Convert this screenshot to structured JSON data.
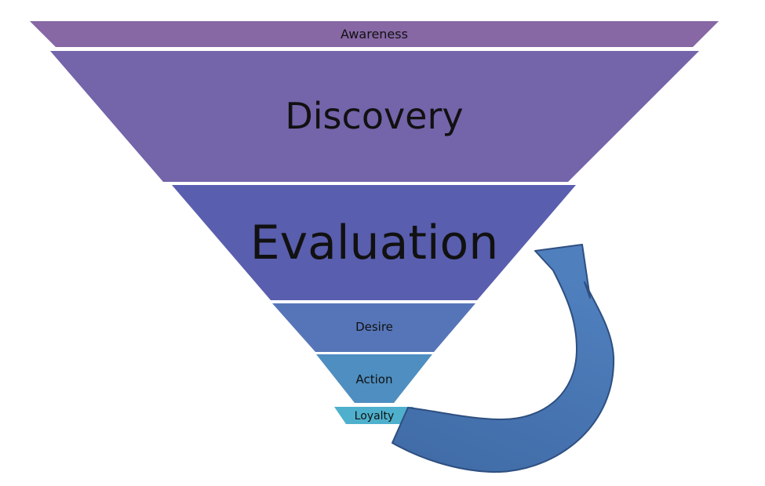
{
  "funnel": {
    "stages": [
      {
        "id": "awareness",
        "label": "Awareness",
        "color": "#8767A4"
      },
      {
        "id": "discovery",
        "label": "Discovery",
        "color": "#7464AA"
      },
      {
        "id": "evaluation",
        "label": "Evaluation",
        "color": "#5A5EAF"
      },
      {
        "id": "desire",
        "label": "Desire",
        "color": "#5675B8"
      },
      {
        "id": "action",
        "label": "Action",
        "color": "#4E8EC0"
      },
      {
        "id": "loyalty",
        "label": "Loyalty",
        "color": "#4EB0CC"
      }
    ],
    "divider_color": "#FFFFFF"
  },
  "loop_arrow": {
    "from": "loyalty",
    "to": "evaluation",
    "fill_color": "#4F7FBD",
    "stroke_color": "#2E4F80"
  }
}
